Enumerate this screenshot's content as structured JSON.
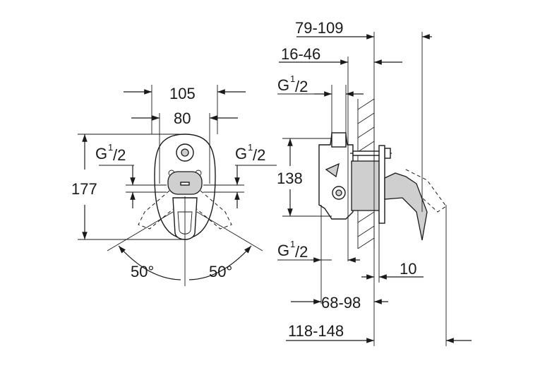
{
  "front_view": {
    "width_outer": "105",
    "width_inner": "80",
    "height": "177",
    "connection_left_main": "G",
    "connection_left_sup": "1",
    "connection_left_frac": "/2",
    "connection_right_main": "G",
    "connection_right_sup": "1",
    "connection_right_frac": "/2",
    "angle_left": "50°",
    "angle_right": "50°"
  },
  "side_view": {
    "overall_depth": "79-109",
    "wall_depth": "16-46",
    "connection_top_main": "G",
    "connection_top_sup": "1",
    "connection_top_frac": "/2",
    "connection_bottom_main": "G",
    "connection_bottom_sup": "1",
    "connection_bottom_frac": "/2",
    "body_height": "138",
    "plate_offset": "10",
    "mid_depth": "68-98",
    "total_depth": "118-148"
  }
}
